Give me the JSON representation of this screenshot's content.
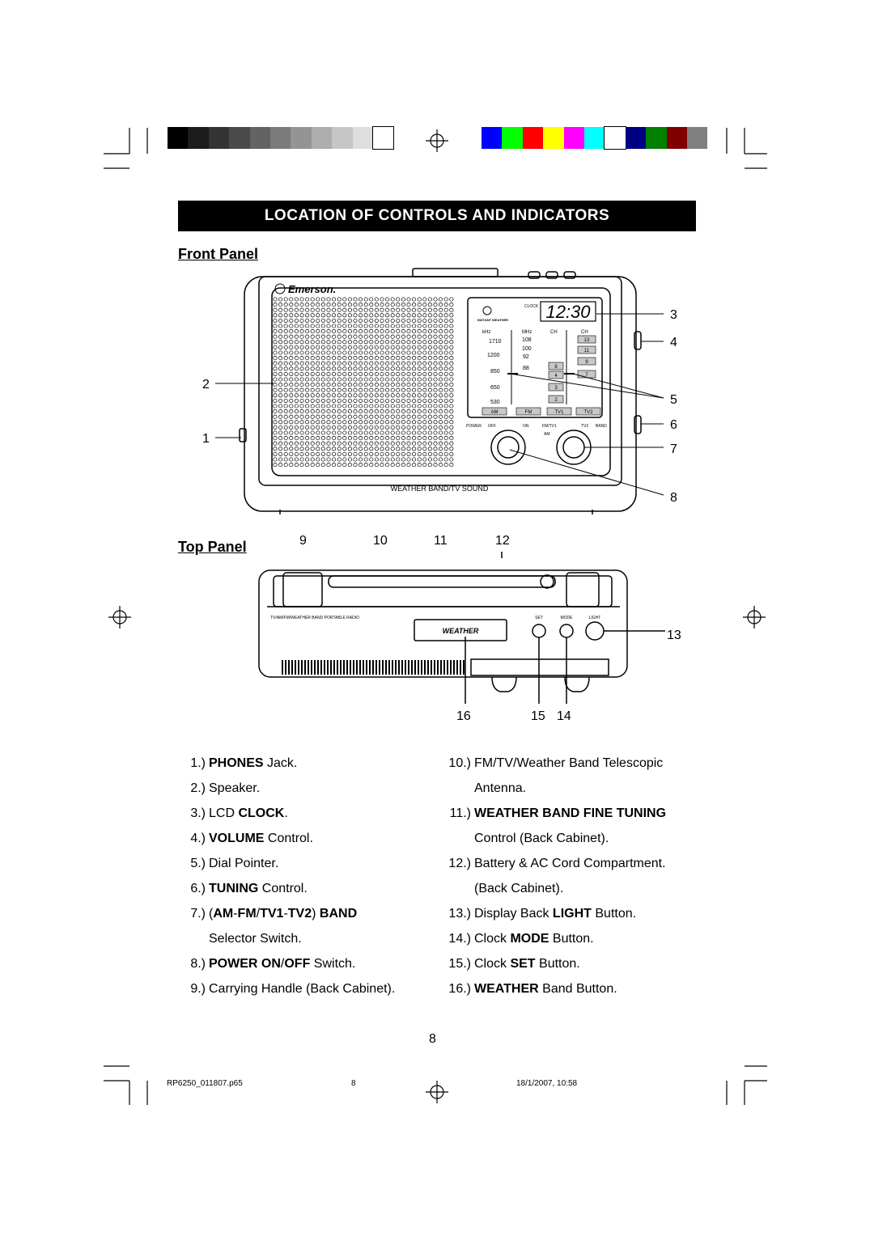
{
  "colors": {
    "grayscale": [
      "#000000",
      "#1c1c1c",
      "#333333",
      "#4a4a4a",
      "#636363",
      "#7b7b7b",
      "#949494",
      "#adadad",
      "#c6c6c6",
      "#dedede",
      "#ffffff"
    ],
    "color_bar": [
      "#0000ff",
      "#00ff00",
      "#ff0000",
      "#ffff00",
      "#ff00ff",
      "#00ffff",
      "#ffffff",
      "#000080",
      "#008000",
      "#800000",
      "#808080"
    ]
  },
  "banner": "LOCATION OF CONTROLS AND INDICATORS",
  "front_panel": {
    "title": "Front Panel",
    "brand": "Emerson.",
    "lcd_time": "12:30",
    "clock_label": "CLOCK",
    "instant_weather": "INSTANT WEATHER",
    "units": [
      "kHz",
      "MHz",
      "CH",
      "CH"
    ],
    "am_scale": [
      "1710",
      "1200",
      "850",
      "650",
      "530"
    ],
    "fm_scale": [
      "108",
      "100",
      "92",
      "88"
    ],
    "tv1_channels": [
      "6",
      "4",
      "3",
      "2"
    ],
    "tv2_channels": [
      "13",
      "11",
      "9",
      "7"
    ],
    "band_tabs": [
      "AM",
      "FM",
      "TV1",
      "TV2"
    ],
    "switch_labels": [
      "POWER",
      "OFF",
      "ON",
      "FM/TV1",
      "TV2",
      "BAND",
      "AM"
    ],
    "bottom_label": "WEATHER BAND/TV SOUND",
    "callouts": [
      "1",
      "2",
      "3",
      "4",
      "5",
      "6",
      "7",
      "8"
    ]
  },
  "top_panel": {
    "title": "Top Panel",
    "model_label": "TV/AM/FM/WEATHER BAND PORTABLE RADIO",
    "weather_button": "WEATHER",
    "button_labels": [
      "SET",
      "MODE",
      "LIGHT"
    ],
    "callouts_top": [
      "9",
      "10",
      "11",
      "12"
    ],
    "callouts_right": [
      "13"
    ],
    "callouts_bottom": [
      "16",
      "15",
      "14"
    ]
  },
  "items_left": [
    {
      "num": "1.)",
      "parts": [
        {
          "b": "PHONES"
        },
        {
          "t": " Jack."
        }
      ]
    },
    {
      "num": "2.)",
      "parts": [
        {
          "t": "Speaker."
        }
      ]
    },
    {
      "num": "3.)",
      "parts": [
        {
          "t": "LCD "
        },
        {
          "b": "CLOCK"
        },
        {
          "t": "."
        }
      ]
    },
    {
      "num": "4.)",
      "parts": [
        {
          "b": "VOLUME"
        },
        {
          "t": " Control."
        }
      ]
    },
    {
      "num": "5.)",
      "parts": [
        {
          "t": "Dial Pointer."
        }
      ]
    },
    {
      "num": "6.)",
      "parts": [
        {
          "b": "TUNING"
        },
        {
          "t": " Control."
        }
      ]
    },
    {
      "num": "7.)",
      "parts": [
        {
          "t": "("
        },
        {
          "b": "AM"
        },
        {
          "t": "-"
        },
        {
          "b": "FM"
        },
        {
          "t": "/"
        },
        {
          "b": "TV1"
        },
        {
          "t": "-"
        },
        {
          "b": "TV2"
        },
        {
          "t": ") "
        },
        {
          "b": "BAND"
        }
      ],
      "cont": "Selector Switch."
    },
    {
      "num": "8.)",
      "parts": [
        {
          "b": "POWER ON"
        },
        {
          "t": "/"
        },
        {
          "b": "OFF"
        },
        {
          "t": " Switch."
        }
      ]
    },
    {
      "num": "9.)",
      "parts": [
        {
          "t": "Carrying Handle (Back Cabinet)."
        }
      ]
    }
  ],
  "items_right": [
    {
      "num": "10.)",
      "parts": [
        {
          "t": "FM/TV/Weather Band Telescopic"
        }
      ],
      "cont": "Antenna."
    },
    {
      "num": "11.)",
      "parts": [
        {
          "b": "WEATHER BAND FINE TUNING"
        }
      ],
      "cont": "Control (Back Cabinet)."
    },
    {
      "num": "12.)",
      "parts": [
        {
          "t": "Battery & AC Cord Compartment."
        }
      ],
      "cont": "(Back Cabinet)."
    },
    {
      "num": "13.)",
      "parts": [
        {
          "t": "Display Back "
        },
        {
          "b": "LIGHT"
        },
        {
          "t": " Button."
        }
      ]
    },
    {
      "num": "14.)",
      "parts": [
        {
          "t": "Clock "
        },
        {
          "b": "MODE"
        },
        {
          "t": " Button."
        }
      ]
    },
    {
      "num": "15.)",
      "parts": [
        {
          "t": "Clock "
        },
        {
          "b": "SET"
        },
        {
          "t": " Button."
        }
      ]
    },
    {
      "num": "16.)",
      "parts": [
        {
          "b": "WEATHER"
        },
        {
          "t": " Band Button."
        }
      ]
    }
  ],
  "page_number": "8",
  "footer": {
    "file": "RP6250_011807.p65",
    "page": "8",
    "datetime": "18/1/2007, 10:58"
  }
}
